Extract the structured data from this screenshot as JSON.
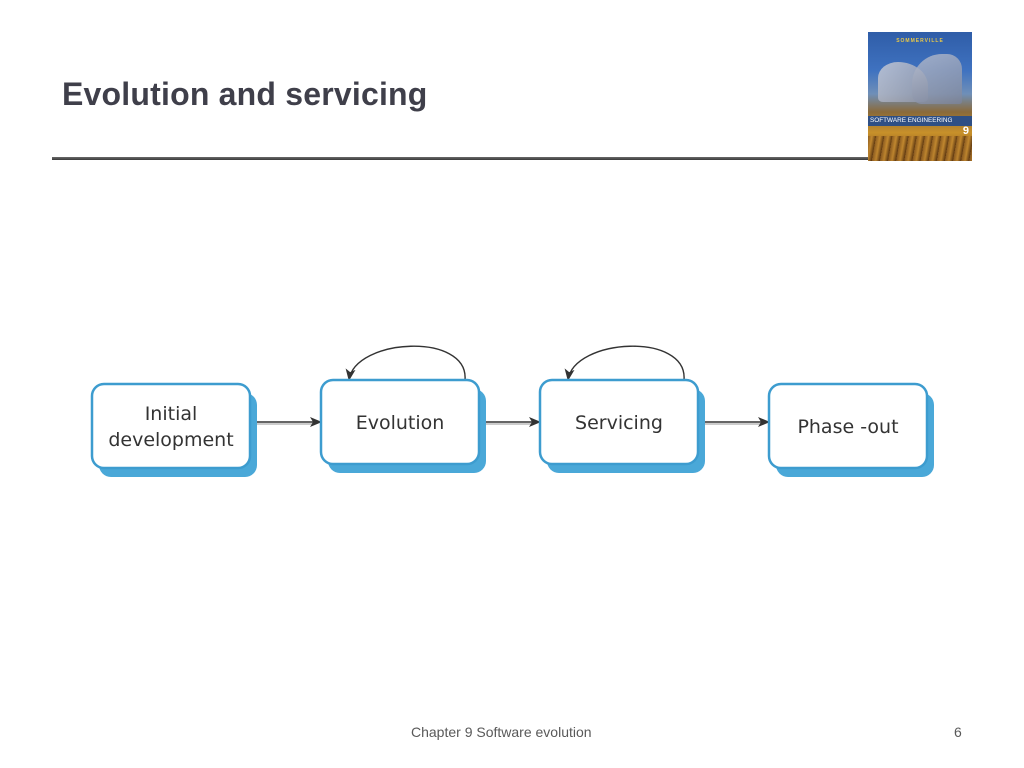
{
  "slide": {
    "title": "Evolution and servicing",
    "footer": "Chapter 9 Software evolution",
    "page_number": "6"
  },
  "book_cover": {
    "author": "SOMMERVILLE",
    "title": "SOFTWARE ENGINEERING",
    "edition": "9"
  },
  "diagram": {
    "nodes": [
      {
        "id": "initial-development",
        "lines": [
          "Initial",
          "development"
        ]
      },
      {
        "id": "evolution",
        "lines": [
          "Evolution"
        ]
      },
      {
        "id": "servicing",
        "lines": [
          "Servicing"
        ]
      },
      {
        "id": "phase-out",
        "lines": [
          "Phase -out"
        ]
      }
    ],
    "edges": [
      {
        "from": "initial-development",
        "to": "evolution"
      },
      {
        "from": "evolution",
        "to": "servicing"
      },
      {
        "from": "servicing",
        "to": "phase-out"
      },
      {
        "from": "evolution",
        "to": "evolution"
      },
      {
        "from": "servicing",
        "to": "servicing"
      }
    ],
    "colors": {
      "box_border": "#3d9ccf",
      "box_shadow": "#4aa8d8",
      "box_fill": "#ffffff",
      "arrow": "#333333",
      "text": "#333333"
    }
  }
}
